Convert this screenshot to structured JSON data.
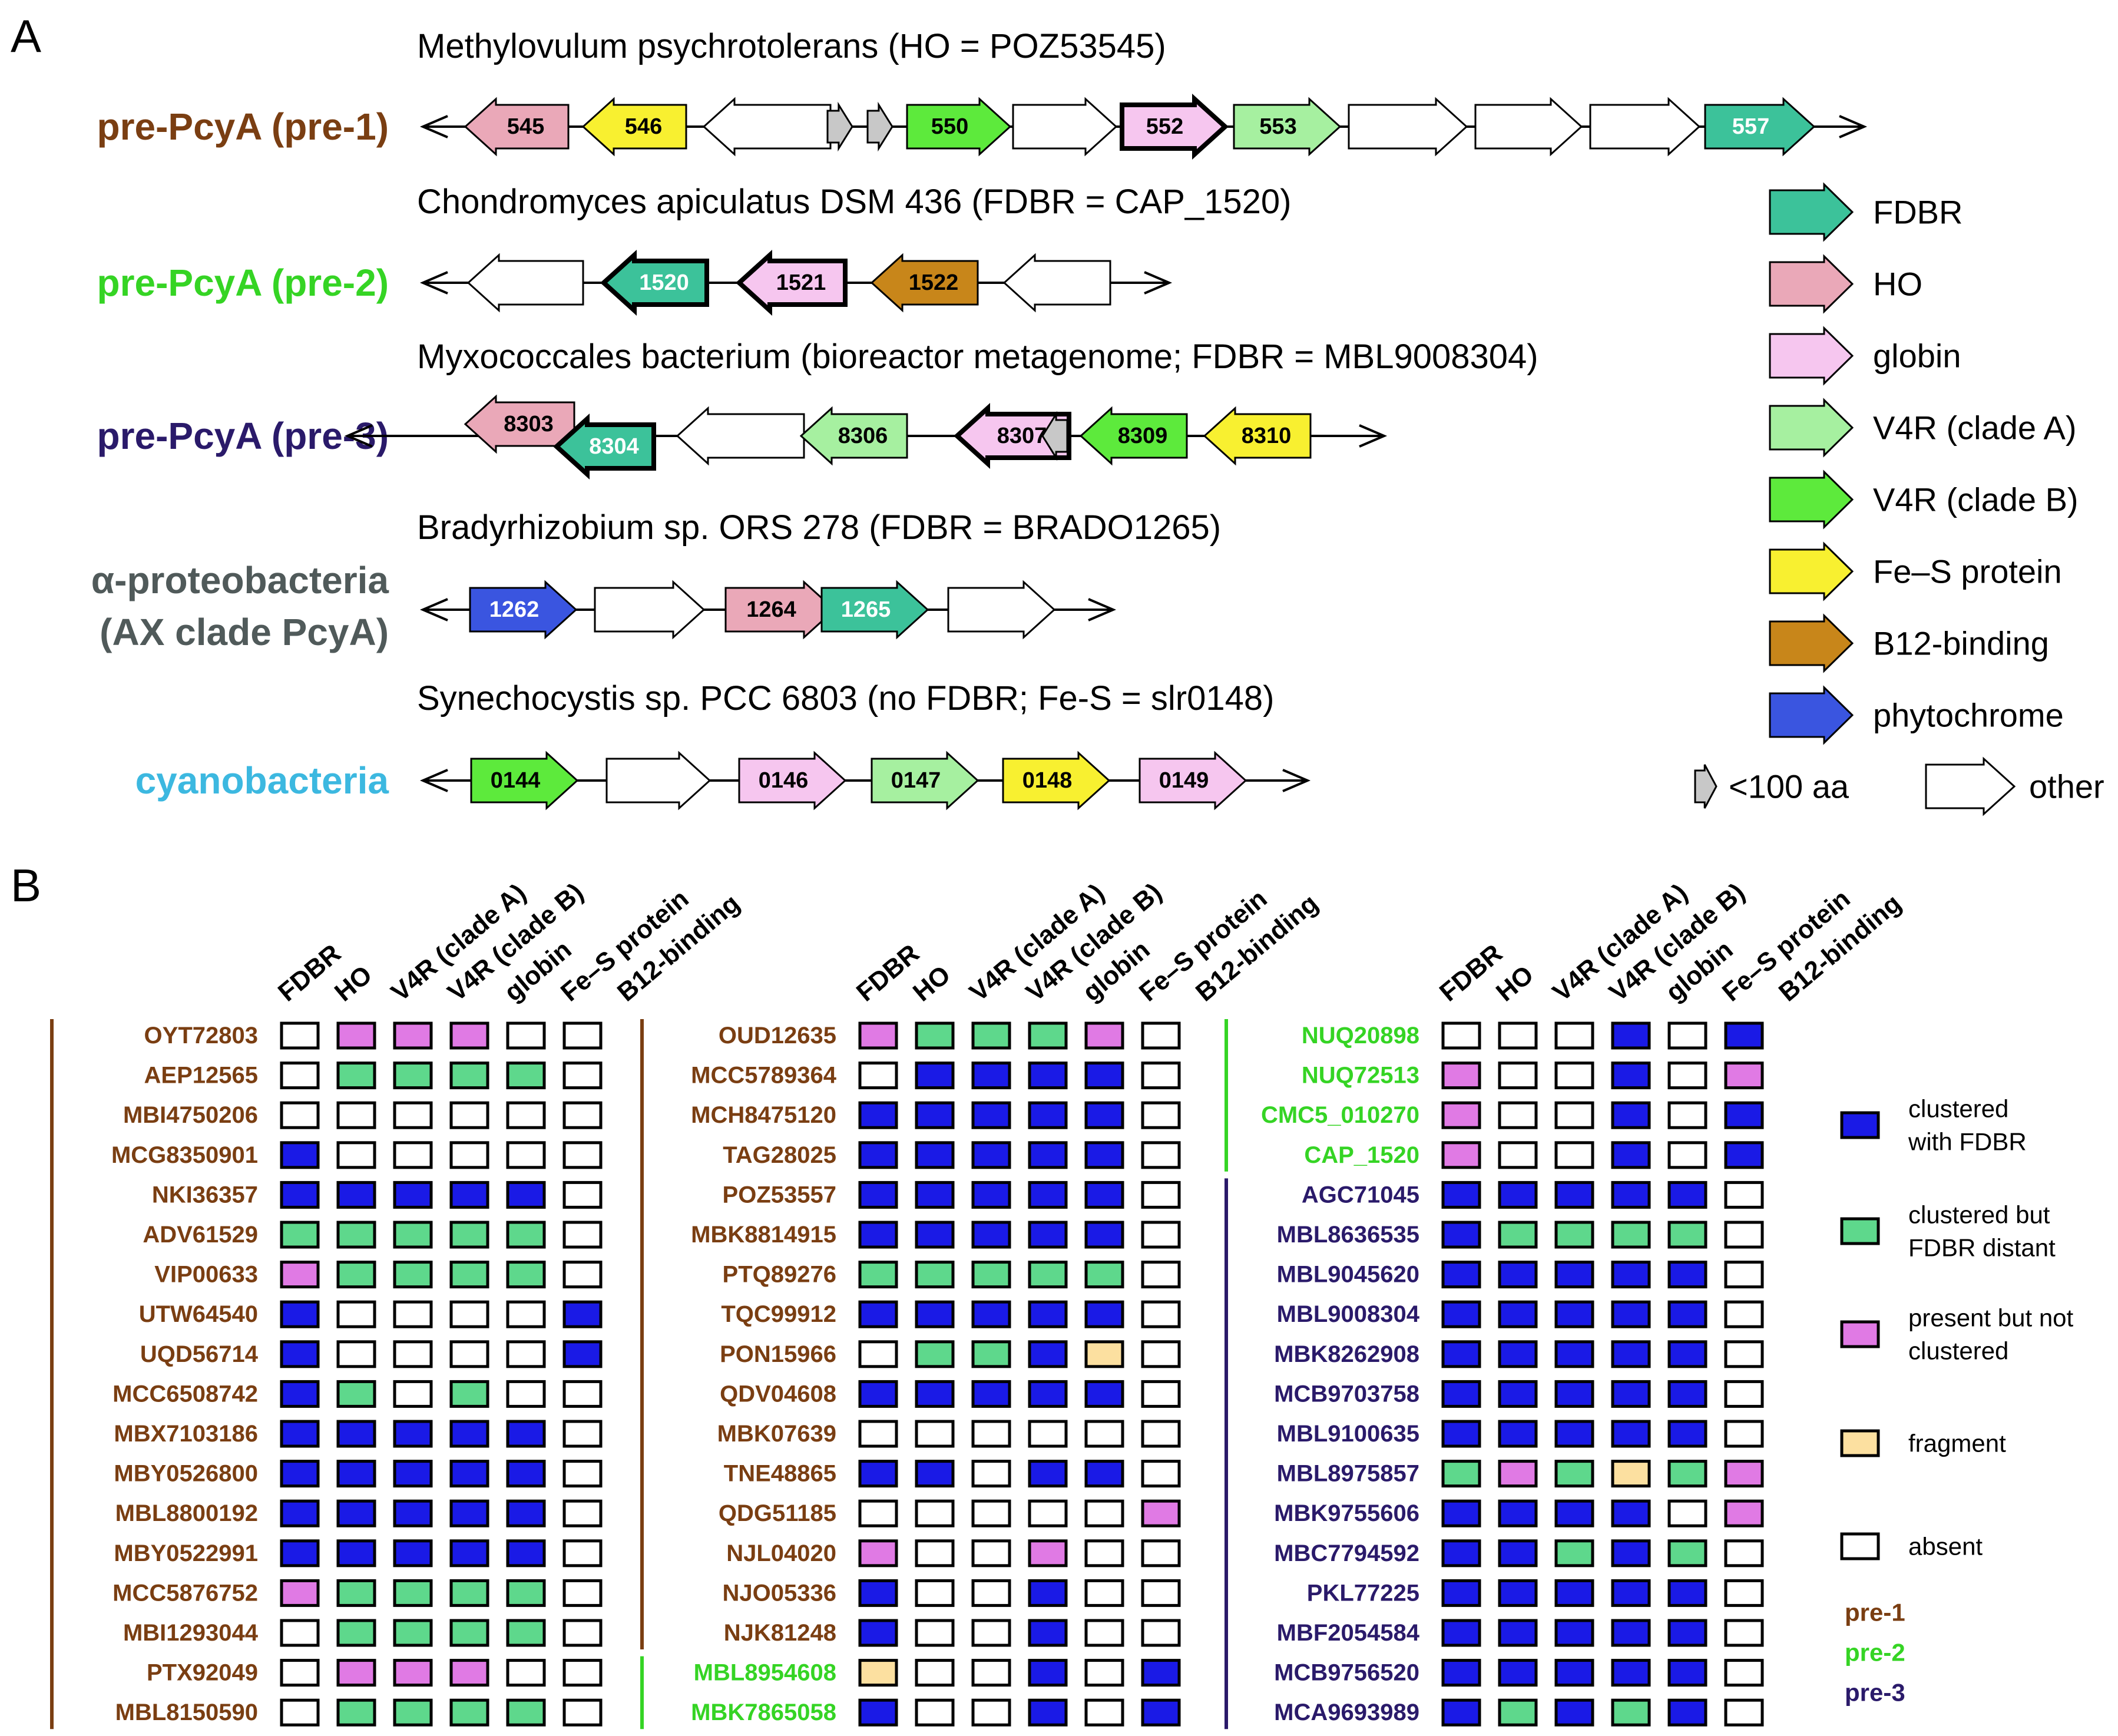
{
  "panel_labels": [
    "A",
    "B"
  ],
  "colors": {
    "FDBR": "#3cc29a",
    "HO": "#eaa8b8",
    "globin": "#f6c6ef",
    "V4R_A": "#a6f0a0",
    "V4R_B": "#5dea3c",
    "FeS": "#f8f030",
    "B12": "#c8861a",
    "phytochrome": "#3a55e0",
    "small": "#c8c8c8",
    "other": "#ffffff",
    "clustered": "#1a1ae6",
    "distant": "#5ed88c",
    "present": "#e07ae4",
    "fragment": "#fce0a0",
    "absent": "#ffffff",
    "pre1": "#7a3e12",
    "pre2": "#35d424",
    "pre3": "#2a1a6a",
    "alpha": "#505a5a",
    "cyano": "#3cb8e0"
  },
  "panelA": {
    "rows": [
      {
        "label_lines": [
          "pre-PcyA (pre-1)"
        ],
        "label_color": "pre1",
        "organism": "Methylovulum psychrotolerans (HO = POZ53545)",
        "genes": [
          {
            "text": "545",
            "type": "HO",
            "dir": "left"
          },
          {
            "text": "546",
            "type": "FeS",
            "dir": "left"
          },
          {
            "text": "",
            "type": "other",
            "dir": "left"
          },
          {
            "text": "",
            "type": "small",
            "dir": "right"
          },
          {
            "text": "",
            "type": "small",
            "dir": "right"
          },
          {
            "text": "550",
            "type": "V4R_B",
            "dir": "right"
          },
          {
            "text": "",
            "type": "other",
            "dir": "right"
          },
          {
            "text": "552",
            "type": "globin",
            "dir": "right",
            "bold": true
          },
          {
            "text": "553",
            "type": "V4R_A",
            "dir": "right"
          },
          {
            "text": "",
            "type": "other",
            "dir": "right"
          },
          {
            "text": "",
            "type": "other",
            "dir": "right"
          },
          {
            "text": "",
            "type": "other",
            "dir": "right"
          },
          {
            "text": "557",
            "type": "FDBR",
            "dir": "right",
            "white": true
          }
        ]
      },
      {
        "label_lines": [
          "pre-PcyA (pre-2)"
        ],
        "label_color": "pre2",
        "organism": "Chondromyces apiculatus DSM 436 (FDBR = CAP_1520)",
        "genes": [
          {
            "text": "",
            "type": "other",
            "dir": "left"
          },
          {
            "text": "1520",
            "type": "FDBR",
            "dir": "left",
            "bold": true,
            "white": true
          },
          {
            "text": "1521",
            "type": "globin",
            "dir": "left",
            "bold": true
          },
          {
            "text": "1522",
            "type": "B12",
            "dir": "left"
          },
          {
            "text": "",
            "type": "other",
            "dir": "left"
          }
        ]
      },
      {
        "label_lines": [
          "pre-PcyA (pre-3)"
        ],
        "label_color": "pre3",
        "organism": "Myxococcales bacterium (bioreactor metagenome; FDBR = MBL9008304)",
        "genes": [
          {
            "text": "8303",
            "type": "HO",
            "dir": "left"
          },
          {
            "text": "8304",
            "type": "FDBR",
            "dir": "left",
            "bold": true,
            "white": true
          },
          {
            "text": "",
            "type": "other",
            "dir": "left"
          },
          {
            "text": "8306",
            "type": "V4R_A",
            "dir": "left"
          },
          {
            "text": "8307",
            "type": "globin",
            "dir": "left",
            "bold": true
          },
          {
            "text": "",
            "type": "small",
            "dir": "left"
          },
          {
            "text": "8309",
            "type": "V4R_B",
            "dir": "left"
          },
          {
            "text": "8310",
            "type": "FeS",
            "dir": "left"
          }
        ]
      },
      {
        "label_lines": [
          "α-proteobacteria",
          "(AX clade PcyA)"
        ],
        "label_color": "alpha",
        "organism": "Bradyrhizobium sp. ORS 278 (FDBR = BRADO1265)",
        "genes": [
          {
            "text": "1262",
            "type": "phytochrome",
            "dir": "right",
            "white": true
          },
          {
            "text": "",
            "type": "other",
            "dir": "right"
          },
          {
            "text": "1264",
            "type": "HO",
            "dir": "right"
          },
          {
            "text": "1265",
            "type": "FDBR",
            "dir": "right",
            "white": true
          },
          {
            "text": "",
            "type": "other",
            "dir": "right"
          }
        ]
      },
      {
        "label_lines": [
          "cyanobacteria"
        ],
        "label_color": "cyano",
        "organism": "Synechocystis sp. PCC 6803 (no FDBR; Fe-S = slr0148)",
        "genes": [
          {
            "text": "0144",
            "type": "V4R_B",
            "dir": "right"
          },
          {
            "text": "",
            "type": "other",
            "dir": "right"
          },
          {
            "text": "0146",
            "type": "globin",
            "dir": "right"
          },
          {
            "text": "0147",
            "type": "V4R_A",
            "dir": "right"
          },
          {
            "text": "0148",
            "type": "FeS",
            "dir": "right"
          },
          {
            "text": "0149",
            "type": "globin",
            "dir": "right"
          }
        ]
      }
    ],
    "legend": [
      {
        "type": "FDBR",
        "label": "FDBR"
      },
      {
        "type": "HO",
        "label": "HO"
      },
      {
        "type": "globin",
        "label": "globin"
      },
      {
        "type": "V4R_A",
        "label": "V4R (clade A)"
      },
      {
        "type": "V4R_B",
        "label": "V4R (clade B)"
      },
      {
        "type": "FeS",
        "label": "Fe–S protein"
      },
      {
        "type": "B12",
        "label": "B12-binding"
      },
      {
        "type": "phytochrome",
        "label": "phytochrome"
      }
    ],
    "legend_small": "<100 aa",
    "legend_other": "other"
  },
  "panelB": {
    "columns": [
      "FDBR",
      "HO",
      "V4R (clade A)",
      "V4R (clade B)",
      "globin",
      "Fe–S protein",
      "B12-binding"
    ],
    "code": {
      "w": "absent",
      "b": "clustered",
      "g": "distant",
      "p": "present",
      "f": "fragment"
    },
    "groups": [
      [
        {
          "acc": "OYT72803",
          "grp": "pre1",
          "cells": "wpppw"
        },
        {
          "acc": "AEP12565",
          "grp": "pre1",
          "cells": "wggggw"
        },
        {
          "acc": "MBI4750206",
          "grp": "pre1",
          "cells": "wwwwww"
        },
        {
          "acc": "MCG8350901",
          "grp": "pre1",
          "cells": "bwwwww"
        },
        {
          "acc": "NKI36357",
          "grp": "pre1",
          "cells": "bbbbbw"
        },
        {
          "acc": "ADV61529",
          "grp": "pre1",
          "cells": "gggggw"
        },
        {
          "acc": "VIP00633",
          "grp": "pre1",
          "cells": "pggggw"
        },
        {
          "acc": "UTW64540",
          "grp": "pre1",
          "cells": "bwwwwb"
        },
        {
          "acc": "UQD56714",
          "grp": "pre1",
          "cells": "bwwwwb"
        },
        {
          "acc": "MCC6508742",
          "grp": "pre1",
          "cells": "bgwgww"
        },
        {
          "acc": "MBX7103186",
          "grp": "pre1",
          "cells": "bbbbbw"
        },
        {
          "acc": "MBY0526800",
          "grp": "pre1",
          "cells": "bbbbbw"
        },
        {
          "acc": "MBL8800192",
          "grp": "pre1",
          "cells": "bbbbbw"
        },
        {
          "acc": "MBY0522991",
          "grp": "pre1",
          "cells": "bbbbbw"
        },
        {
          "acc": "MCC5876752",
          "grp": "pre1",
          "cells": "pggggw"
        },
        {
          "acc": "MBI1293044",
          "grp": "pre1",
          "cells": "wggggw"
        },
        {
          "acc": "PTX92049",
          "grp": "pre1",
          "cells": "wpppww"
        },
        {
          "acc": "MBL8150590",
          "grp": "pre1",
          "cells": "wggggw"
        }
      ],
      [
        {
          "acc": "OUD12635",
          "grp": "pre1",
          "cells": "pgggpw"
        },
        {
          "acc": "MCC5789364",
          "grp": "pre1",
          "cells": "wbbbbw"
        },
        {
          "acc": "MCH8475120",
          "grp": "pre1",
          "cells": "bbbbbw"
        },
        {
          "acc": "TAG28025",
          "grp": "pre1",
          "cells": "bbbbbw"
        },
        {
          "acc": "POZ53557",
          "grp": "pre1",
          "cells": "bbbbbw"
        },
        {
          "acc": "MBK8814915",
          "grp": "pre1",
          "cells": "bbbbbw"
        },
        {
          "acc": "PTQ89276",
          "grp": "pre1",
          "cells": "gggggw"
        },
        {
          "acc": "TQC99912",
          "grp": "pre1",
          "cells": "bbbbbw"
        },
        {
          "acc": "PON15966",
          "grp": "pre1",
          "cells": "wggbfw"
        },
        {
          "acc": "QDV04608",
          "grp": "pre1",
          "cells": "bbbbbw"
        },
        {
          "acc": "MBK07639",
          "grp": "pre1",
          "cells": "wwwwww"
        },
        {
          "acc": "TNE48865",
          "grp": "pre1",
          "cells": "bbwbbw"
        },
        {
          "acc": "QDG51185",
          "grp": "pre1",
          "cells": "wwwwwp"
        },
        {
          "acc": "NJL04020",
          "grp": "pre1",
          "cells": "pwwpww"
        },
        {
          "acc": "NJO05336",
          "grp": "pre1",
          "cells": "bwwbww"
        },
        {
          "acc": "NJK81248",
          "grp": "pre1",
          "cells": "bwwbww"
        },
        {
          "acc": "MBL8954608",
          "grp": "pre2",
          "cells": "fwwbwb"
        },
        {
          "acc": "MBK7865058",
          "grp": "pre2",
          "cells": "bwwbwb"
        }
      ],
      [
        {
          "acc": "NUQ20898",
          "grp": "pre2",
          "cells": "wwwbwb"
        },
        {
          "acc": "NUQ72513",
          "grp": "pre2",
          "cells": "pwwbwp"
        },
        {
          "acc": "CMC5_010270",
          "grp": "pre2",
          "cells": "pwwbwb"
        },
        {
          "acc": "CAP_1520",
          "grp": "pre2",
          "cells": "pwwbwb"
        },
        {
          "acc": "AGC71045",
          "grp": "pre3",
          "cells": "bbbbbw"
        },
        {
          "acc": "MBL8636535",
          "grp": "pre3",
          "cells": "bggggw"
        },
        {
          "acc": "MBL9045620",
          "grp": "pre3",
          "cells": "bbbbbw"
        },
        {
          "acc": "MBL9008304",
          "grp": "pre3",
          "cells": "bbbbbw"
        },
        {
          "acc": "MBK8262908",
          "grp": "pre3",
          "cells": "bbbbbw"
        },
        {
          "acc": "MCB9703758",
          "grp": "pre3",
          "cells": "bbbbbw"
        },
        {
          "acc": "MBL9100635",
          "grp": "pre3",
          "cells": "bbbbbw"
        },
        {
          "acc": "MBL8975857",
          "grp": "pre3",
          "cells": "gpgfgp"
        },
        {
          "acc": "MBK9755606",
          "grp": "pre3",
          "cells": "bbbbwp"
        },
        {
          "acc": "MBC7794592",
          "grp": "pre3",
          "cells": "bbgbgw"
        },
        {
          "acc": "PKL77225",
          "grp": "pre3",
          "cells": "bbbbbw"
        },
        {
          "acc": "MBF2054584",
          "grp": "pre3",
          "cells": "bbbbbw"
        },
        {
          "acc": "MCB9756520",
          "grp": "pre3",
          "cells": "bbbbbw"
        },
        {
          "acc": "MCA9693989",
          "grp": "pre3",
          "cells": "bgbgbw"
        }
      ]
    ],
    "key": [
      {
        "state": "clustered",
        "label_lines": [
          "clustered",
          "with FDBR"
        ]
      },
      {
        "state": "distant",
        "label_lines": [
          "clustered but",
          "FDBR distant"
        ]
      },
      {
        "state": "present",
        "label_lines": [
          "present but not",
          "clustered"
        ]
      },
      {
        "state": "fragment",
        "label_lines": [
          "fragment"
        ]
      },
      {
        "state": "absent",
        "label_lines": [
          "absent"
        ]
      }
    ],
    "group_key": [
      {
        "grp": "pre1",
        "label": "pre-1"
      },
      {
        "grp": "pre2",
        "label": "pre-2"
      },
      {
        "grp": "pre3",
        "label": "pre-3"
      }
    ]
  }
}
